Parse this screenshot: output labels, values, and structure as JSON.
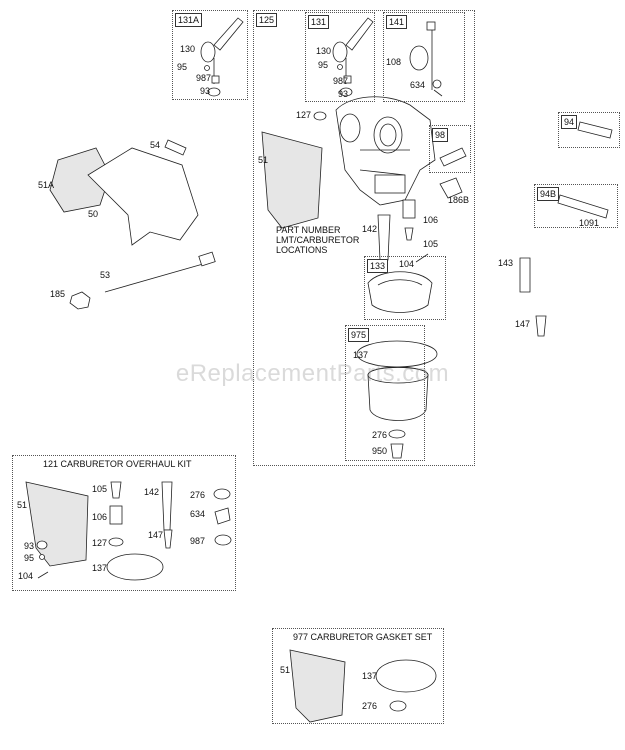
{
  "watermark": "eReplacementParts.com",
  "groups": {
    "g131A": "131A",
    "g125": "125",
    "g131": "131",
    "g141": "141",
    "g98": "98",
    "g94": "94",
    "g94B": "94B",
    "g133": "133",
    "g975": "975"
  },
  "note": {
    "line1": "PART NUMBER",
    "line2": "LMT/CARBURETOR",
    "line3": "LOCATIONS"
  },
  "kits": {
    "overhaul": "121 CARBURETOR OVERHAUL KIT",
    "gasket": "977 CARBURETOR GASKET SET"
  },
  "labels": {
    "l130a": "130",
    "l95a": "95",
    "l987a": "987",
    "l93a": "93",
    "l130b": "130",
    "l95b": "95",
    "l987b": "987",
    "l93b": "93",
    "l108": "108",
    "l634a": "634",
    "l127a": "127",
    "l51a": "51",
    "l186B": "186B",
    "l106a": "106",
    "l142a": "142",
    "l105a": "105",
    "l104a": "104",
    "l137a": "137",
    "l276a": "276",
    "l950": "950",
    "l54": "54",
    "l51A": "51A",
    "l50": "50",
    "l53": "53",
    "l185": "185",
    "l1091": "1091",
    "l143": "143",
    "l147a": "147",
    "k51": "51",
    "k105": "105",
    "k106": "106",
    "k127": "127",
    "k93": "93",
    "k95": "95",
    "k104": "104",
    "k137": "137",
    "k142": "142",
    "k147": "147",
    "k276": "276",
    "k634": "634",
    "k987": "987",
    "s51": "51",
    "s137": "137",
    "s276": "276"
  }
}
